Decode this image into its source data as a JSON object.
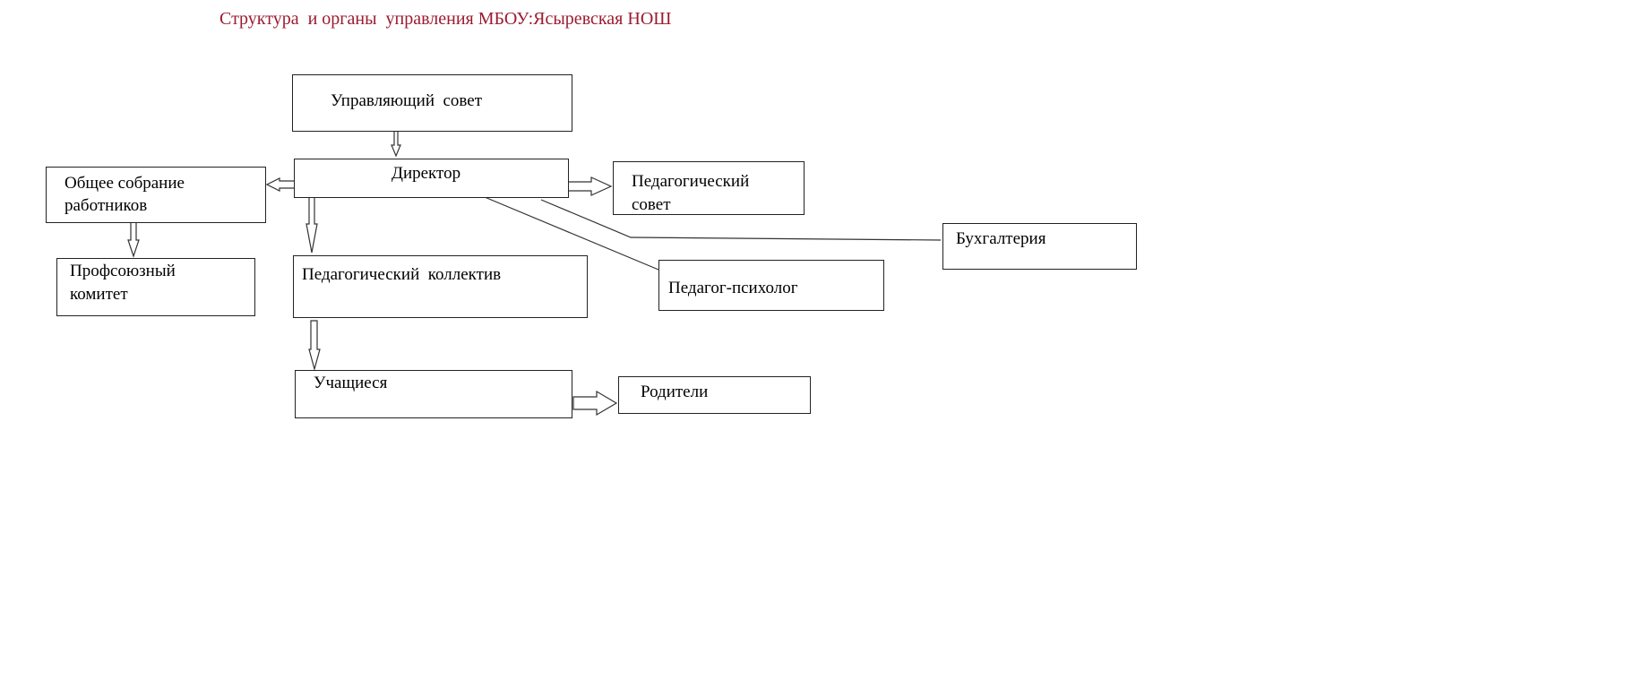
{
  "title": "Структура  и органы  управления МБОУ:Ясыревская НОШ",
  "boxes": {
    "governing_council": "Управляющий  совет",
    "director": "Директор",
    "general_meeting_line1": "Общее собрание",
    "general_meeting_line2": "работников",
    "pedagogical_council_line1": "Педагогический",
    "pedagogical_council_line2": "совет",
    "accounting": "Бухгалтерия",
    "trade_union_line1": "Профсоюзный",
    "trade_union_line2": "комитет",
    "teaching_staff": "Педагогический  коллектив",
    "psychologist": "Педагог-психолог",
    "students": "Учащиеся",
    "parents": "Родители"
  }
}
